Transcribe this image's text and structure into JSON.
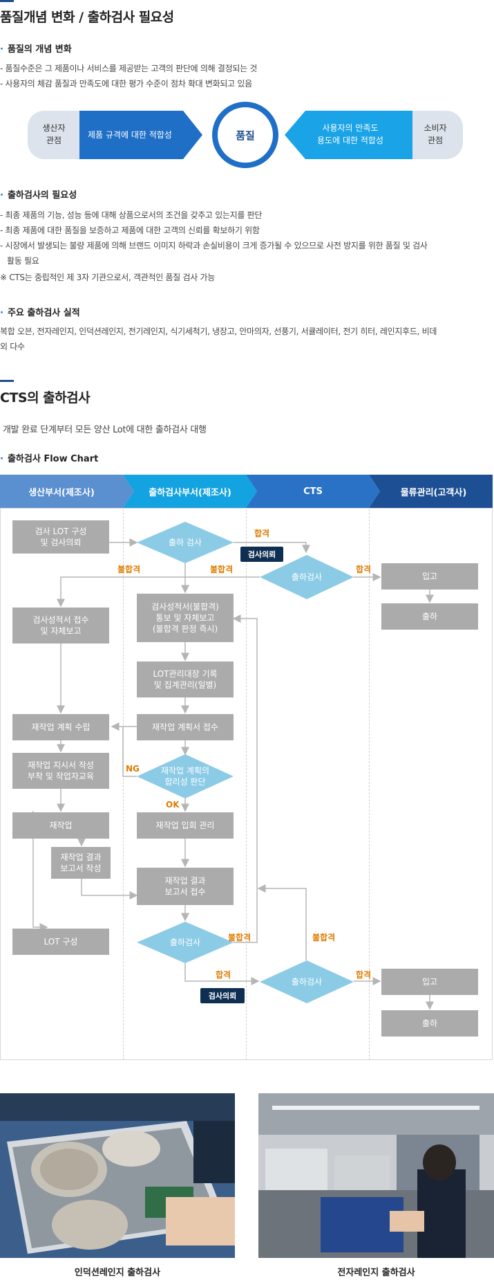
{
  "section1": {
    "title": "품질개념 변화 / 출하검사 필요성",
    "concept": {
      "heading": "품질의 개념 변화",
      "lines": [
        "- 품질수준은 그 제품이나 서비스를 제공받는 고객의 판단에 의해 결정되는 것",
        "- 사용자의 체감 품질과 만족도에 대한 평가 수준이 점차 확대 변화되고 있음"
      ]
    },
    "diagram": {
      "producer_line1": "생산자",
      "producer_line2": "관점",
      "producer_fit": "제품 규격에 대한 적합성",
      "center": "품질",
      "consumer_fit_line1": "사용자의 만족도",
      "consumer_fit_line2": "용도에 대한 적합성",
      "consumer_line1": "소비자",
      "consumer_line2": "관점"
    },
    "necessity": {
      "heading": "출하검사의 필요성",
      "lines": [
        "- 최종 제품의 기능, 성능 등에 대해 상품으로서의 조건을 갖추고 있는지를 판단",
        "- 최종 제품에 대한 품질을 보증하고 제품에 대한 고객의 신뢰를 확보하기 위함",
        "- 시장에서 발생되는 불량 제품에 의해 브랜드 이미지 하락과 손실비용이 크게  증가될 수 있으므로 사전 방지를 위한 품질 및 검사",
        "  활동 필요",
        "※ CTS는 중립적인 제 3자 기관으로서, 객관적인 품질 검사 가능"
      ]
    },
    "results": {
      "heading": "주요 출하검사 실적",
      "lines": [
        "복합 오븐, 전자레인지, 인덕션레인지, 전기레인지, 식기세척기, 냉장고,  안마의자, 선풍기, 서큘레이터, 전기 히터, 레인지후드, 비데",
        "외 다수"
      ]
    }
  },
  "section2": {
    "title": "CTS의 출하검사",
    "desc": "개발 완료 단계부터 모든 양산 Lot에 대한 출하검사 대행",
    "flow_heading": "출하검사 Flow Chart"
  },
  "flowchart": {
    "headers": [
      "생산부서(제조사)",
      "출하검사부서(제조사)",
      "CTS",
      "물류관리(고객사)"
    ],
    "header_colors": [
      "#5a8fd0",
      "#13a3e0",
      "#2a72c6",
      "#1c4f93"
    ],
    "boxes": {
      "lot_config": "검사 LOT 구성\n및 검사의뢰",
      "cert_receive": "검사성적서 접수\n및 자체보고",
      "cert_notice": "검사성적서(불합격)\n통보 및 자체보고\n(불합격 판정 즉시)",
      "lot_ledger": "LOT관리대장 기록\n및 집계관리(일별)",
      "rework_plan": "재작업 계획 수립",
      "rework_plan_recv": "재작업 계획서 접수",
      "rework_order": "재작업 지시서 작성\n부착 및 작업자교육",
      "rework": "재작업",
      "rework_attend": "재작업 입회 관리",
      "rework_report": "재작업 결과\n보고서 작성",
      "rework_report_recv": "재작업 결과\n보고서 접수",
      "lot_config2": "LOT 구성",
      "stock_in1": "입고",
      "ship1": "출하",
      "stock_in2": "입고",
      "ship2": "출하"
    },
    "diamonds": {
      "ship_inspect_a": "출하 검사",
      "cts_inspect_a": "출하검사",
      "rework_judge": "재작업 계획의\n합리성 판단",
      "ship_inspect_b": "출하검사",
      "cts_inspect_b": "출하검사"
    },
    "labels": {
      "pass": "합격",
      "fail": "불합격",
      "ng": "NG",
      "ok": "OK",
      "request": "검사의뢰"
    },
    "colors": {
      "box": "#ababab",
      "diamond": "#8ccbe6",
      "arrow": "#b5b5b5",
      "orange": "#e07b00",
      "dark": "#0f2f52"
    }
  },
  "photos": {
    "left_caption": "인덕션레인지 출하검사",
    "right_caption": "전자레인지 출하검사"
  }
}
